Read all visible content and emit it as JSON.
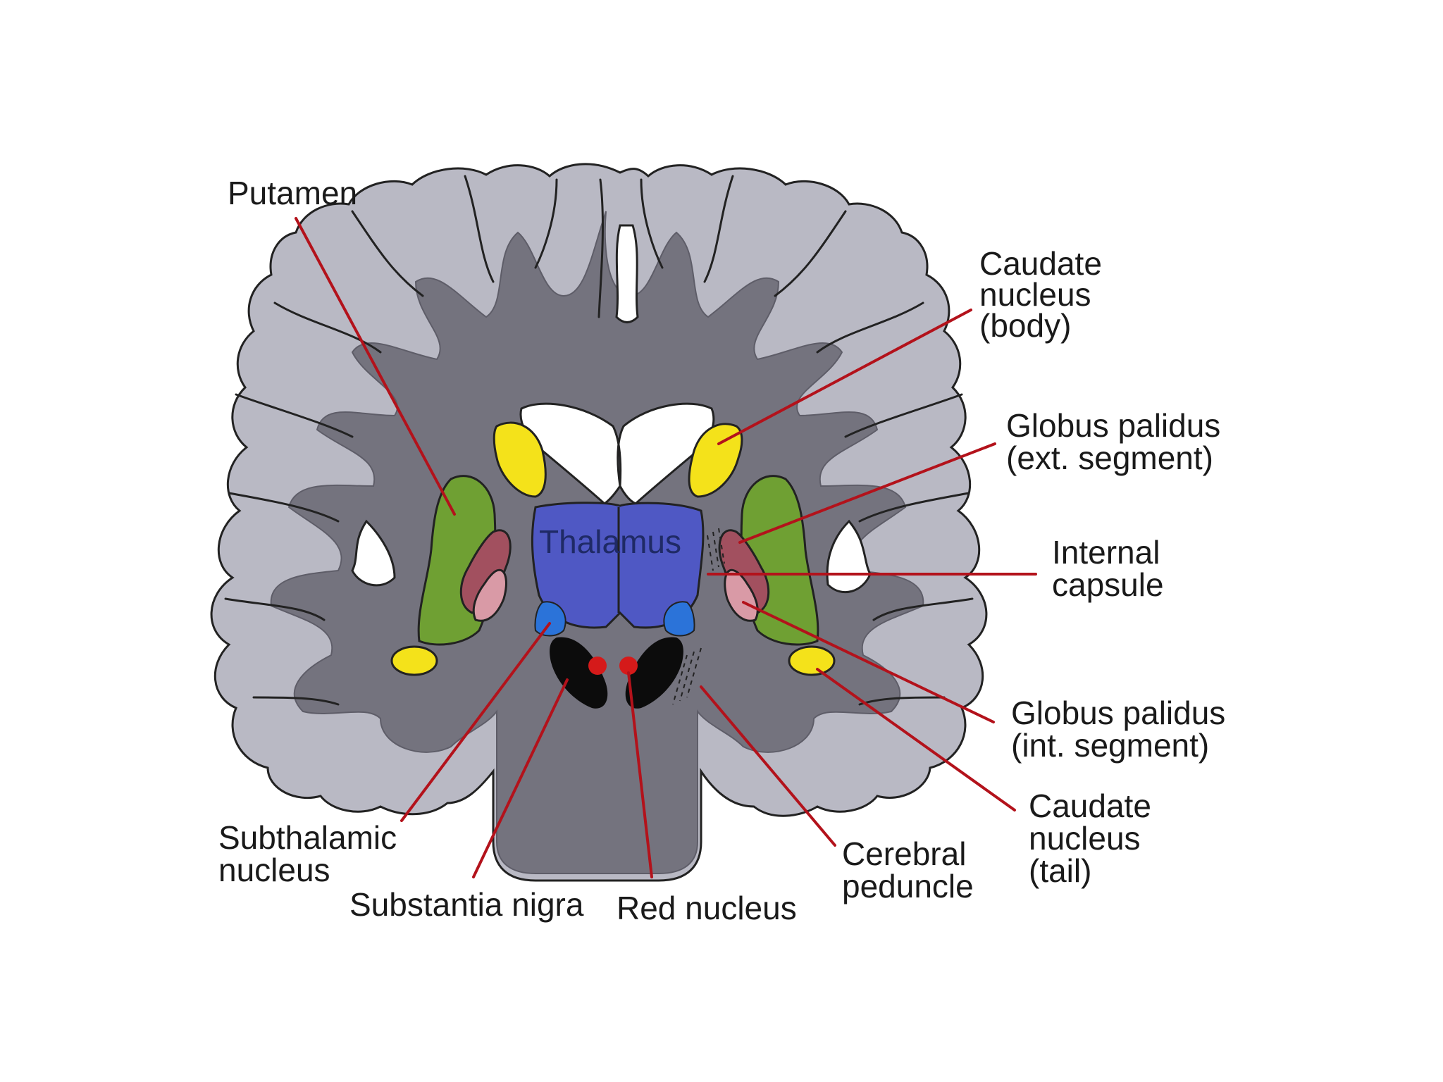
{
  "diagram": {
    "center_label": "Thalamus",
    "labels": {
      "putamen": [
        "Putamen"
      ],
      "caudate_body": [
        "Caudate",
        "nucleus",
        "(body)"
      ],
      "globus_ext": [
        "Globus palidus",
        "(ext. segment)"
      ],
      "internal_capsule": [
        "Internal",
        "capsule"
      ],
      "globus_int": [
        "Globus palidus",
        "(int. segment)"
      ],
      "caudate_tail": [
        "Caudate",
        "nucleus",
        "(tail)"
      ],
      "cerebral_peduncle": [
        "Cerebral",
        "peduncle"
      ],
      "red_nucleus": [
        "Red nucleus"
      ],
      "substantia_nigra": [
        "Substantia nigra"
      ],
      "subthalamic": [
        "Subthalamic",
        "nucleus"
      ]
    },
    "colors": {
      "cortex": "#b9b9c4",
      "white_matter": "#74737e",
      "ventricle": "#ffffff",
      "caudate": "#f4e21a",
      "putamen": "#6fa033",
      "globus_external": "#a2505f",
      "globus_internal": "#d99aa6",
      "thalamus": "#4f58c4",
      "subthalamic": "#2b73d9",
      "substantia_nigra": "#0c0c0c",
      "red_nucleus": "#d51a1a",
      "leader_line": "#b3121b"
    }
  }
}
